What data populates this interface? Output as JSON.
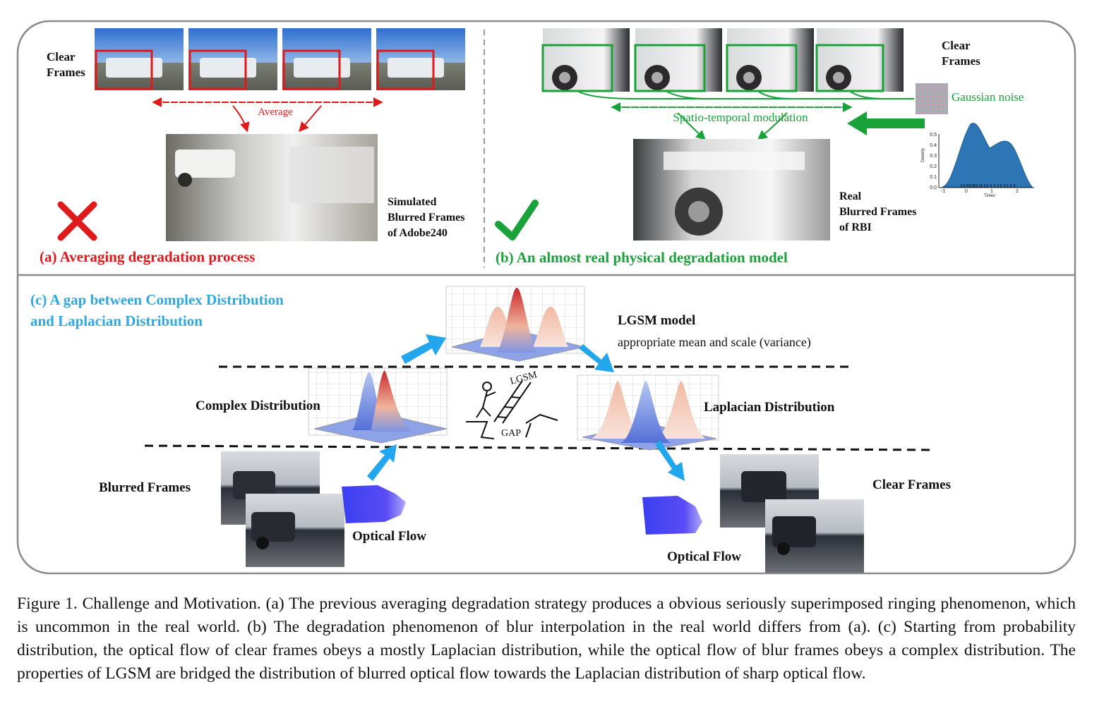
{
  "panel_a": {
    "clear_frames_label": [
      "Clear",
      "Frames"
    ],
    "average_label": "Average",
    "simulated_label": [
      "Simulated",
      "Blurred Frames",
      "of Adobe240"
    ],
    "title": "(a) Averaging degradation process"
  },
  "panel_b": {
    "clear_frames_label": [
      "Clear",
      "Frames"
    ],
    "gaussian_noise_label": "Gaussian noise",
    "modulation_label": "Spatio-temporal modulation",
    "real_label": [
      "Real",
      "Blurred Frames",
      "of RBI"
    ],
    "title": "(b) An almost real physical degradation model",
    "density_plot": {
      "ylabel": "Density",
      "xlabel": "Times",
      "y_ticks": [
        "0.5",
        "0.4",
        "0.3",
        "0.2",
        "0.1",
        "0.0"
      ],
      "x_ticks": [
        "-1",
        "0",
        "1",
        "2"
      ]
    }
  },
  "panel_c": {
    "title": [
      "(c) A gap between Complex Distribution",
      "and Laplacian Distribution"
    ],
    "lgsm_model_label": "LGSM model",
    "lgsm_desc": "appropriate mean and scale (variance)",
    "complex_label": "Complex Distribution",
    "laplacian_label": "Laplacian Distribution",
    "blurred_frames_label": "Blurred Frames",
    "clear_frames_label": "Clear Frames",
    "optical_flow_left": "Optical Flow",
    "optical_flow_right": "Optical Flow",
    "climber_lgsm": "LGSM",
    "climber_gap": "GAP"
  },
  "caption": {
    "text": "Figure 1. Challenge and Motivation. (a) The previous averaging degradation strategy produces a obvious seriously superimposed ringing phenomenon, which is uncommon in the real world. (b) The degradation phenomenon of blur interpolation in the real world differs from (a). (c) Starting from probability distribution, the optical flow of clear frames obeys a mostly Laplacian distribution, while the optical flow of blur frames obeys a complex distribution. The properties of LGSM are bridged the distribution of blurred optical flow towards the Laplacian distribution of sharp optical flow."
  },
  "colors": {
    "red": "#e0191b",
    "green": "#1aa23a",
    "blue_title": "#2ea8df",
    "arrow_blue": "#22a6ee"
  }
}
